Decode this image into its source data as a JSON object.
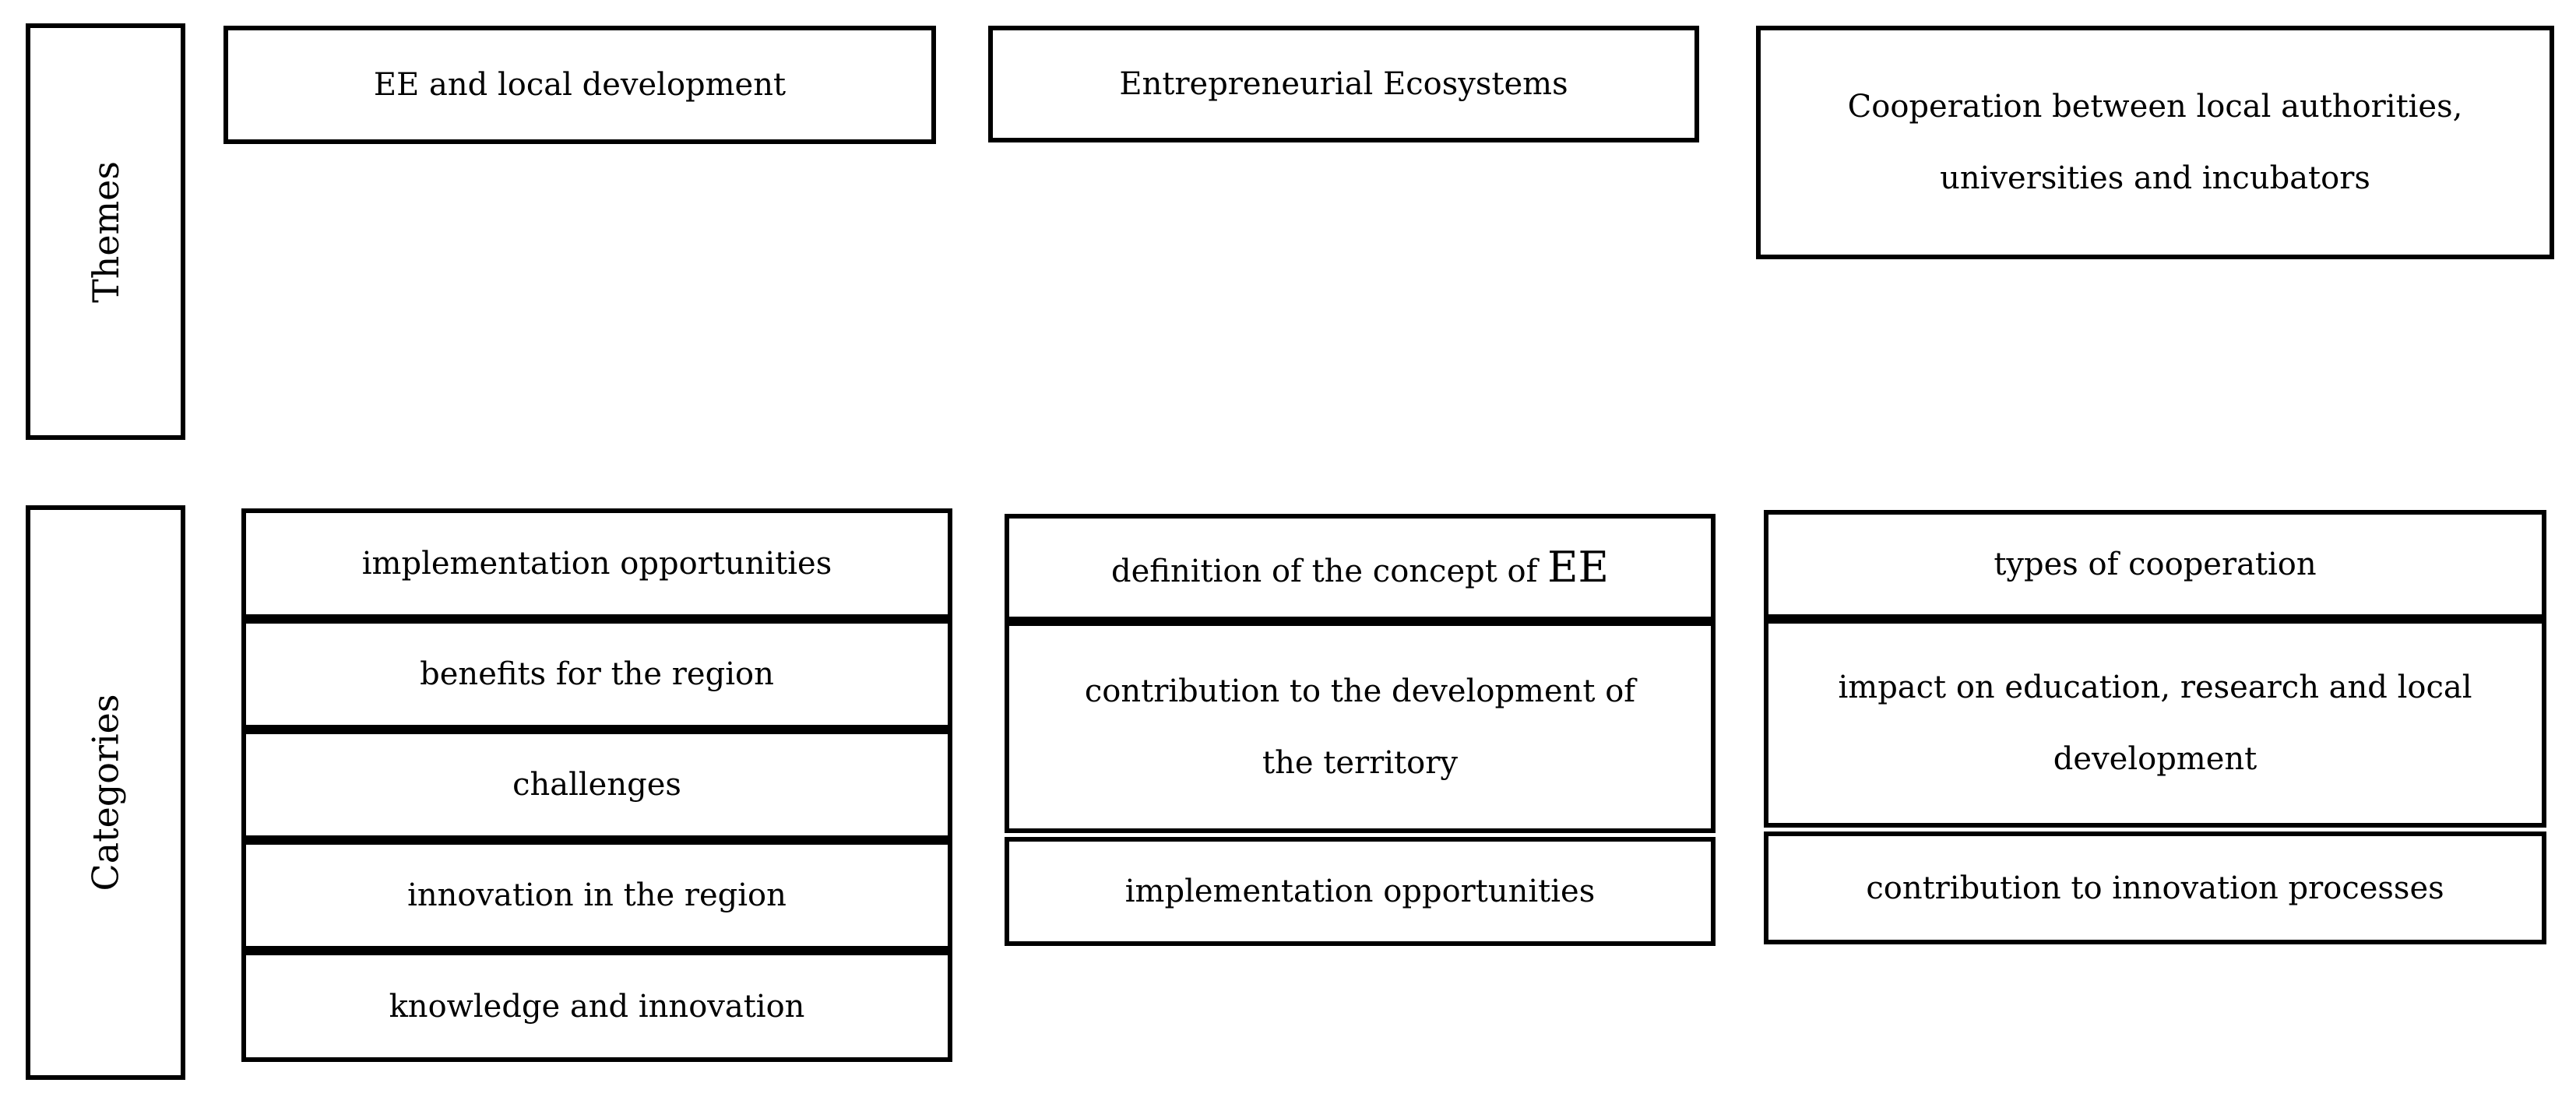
{
  "figure": {
    "background": "#ffffff",
    "line_color": "#000000",
    "text_color": "#000000"
  },
  "themes": {
    "axis_label": "Themes",
    "boxes": [
      {
        "label": "EE and local development"
      },
      {
        "label": "Entrepreneurial Ecosystems"
      },
      {
        "label": "Cooperation between local authorities, universities and incubators"
      }
    ]
  },
  "categories": {
    "axis_label": "Categories",
    "columns": [
      {
        "cells": [
          {
            "text": "implementation opportunities"
          },
          {
            "text": "benefits for the region"
          },
          {
            "text": "challenges"
          },
          {
            "text": "innovation in the region"
          },
          {
            "text": "knowledge and innovation"
          }
        ]
      },
      {
        "cells": [
          {
            "text": "definition of the concept of ",
            "text_large": "EE"
          },
          {
            "text": "contribution to the development of the territory"
          },
          {
            "text": "implementation opportunities"
          }
        ]
      },
      {
        "cells": [
          {
            "text": "types of cooperation"
          },
          {
            "text": "impact on education, research and local development"
          },
          {
            "text": "contribution to innovation processes"
          }
        ]
      }
    ]
  }
}
